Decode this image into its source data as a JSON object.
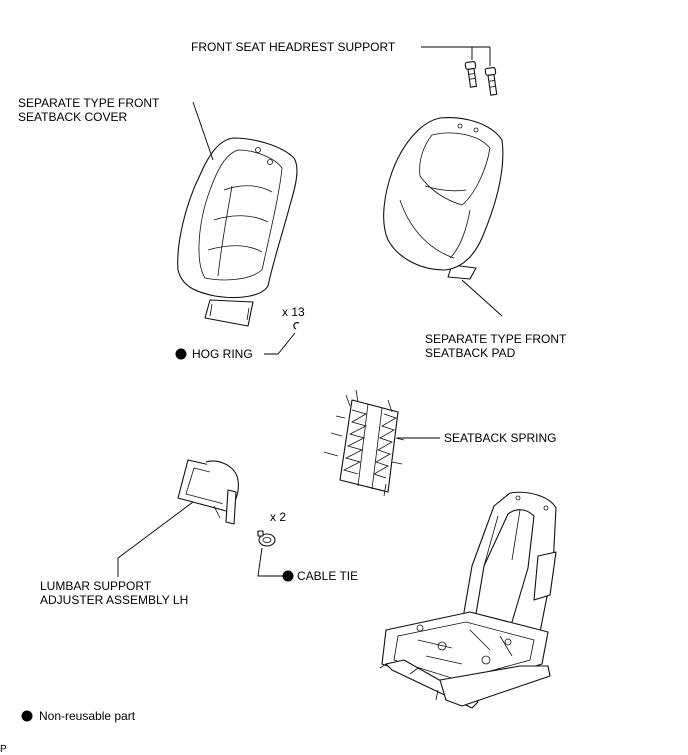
{
  "labels": {
    "headrest_support": "FRONT SEAT HEADREST SUPPORT",
    "cover_line1": "SEPARATE TYPE FRONT",
    "cover_line2": "SEATBACK COVER",
    "pad_line1": "SEPARATE TYPE FRONT",
    "pad_line2": "SEATBACK PAD",
    "hog_ring": "HOG RING",
    "hog_ring_qty": "x 13",
    "seatback_spring": "SEATBACK SPRING",
    "lumbar_line1": "LUMBAR SUPPORT",
    "lumbar_line2": "ADJUSTER ASSEMBLY LH",
    "cable_tie": "CABLE TIE",
    "cable_tie_qty": "x 2"
  },
  "legend": {
    "non_reusable": "Non-reusable part"
  },
  "footer": {
    "code": "P"
  },
  "icons": {
    "non_reusable_marker": "filled-circle"
  }
}
